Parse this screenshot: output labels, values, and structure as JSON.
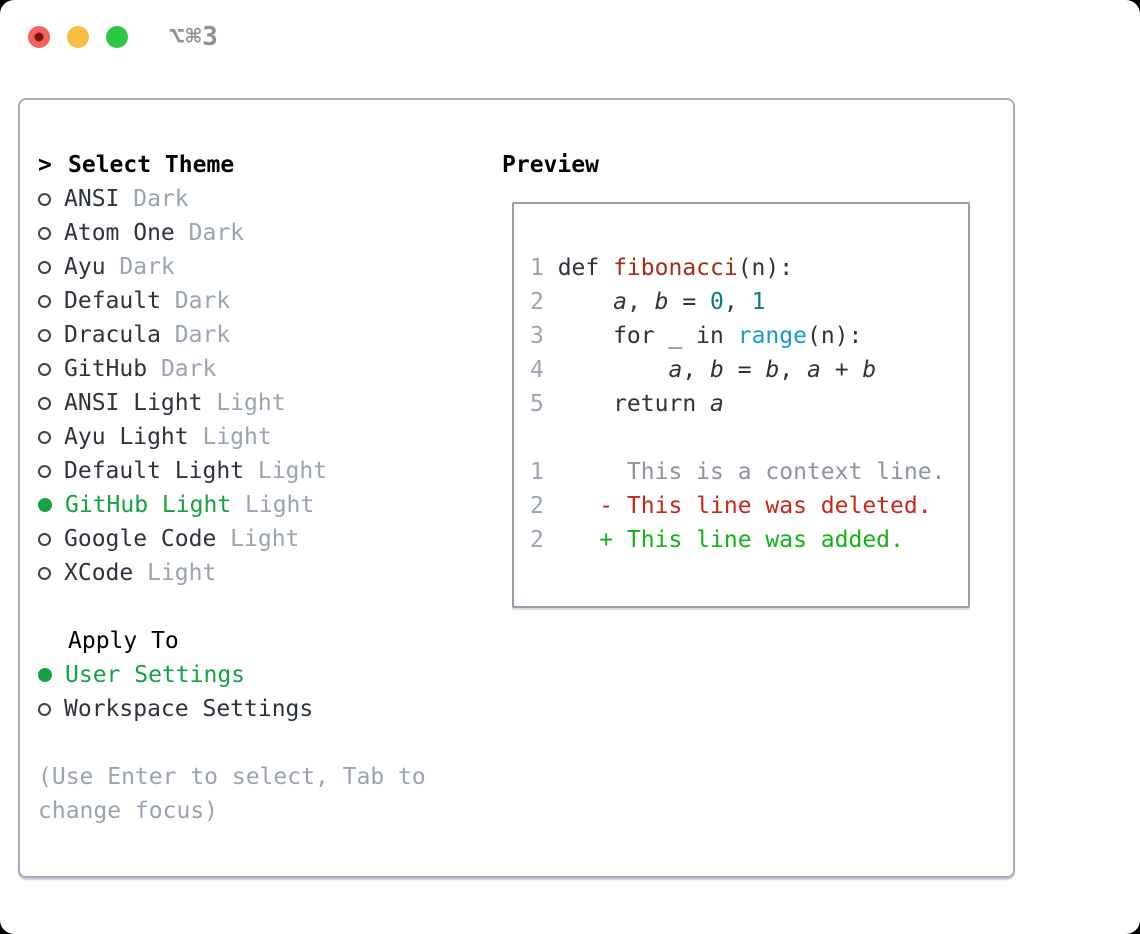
{
  "window": {
    "title": "⌥⌘3",
    "traffic_lights": [
      "close",
      "minimize",
      "zoom"
    ]
  },
  "colors": {
    "accent_green": "#15a342",
    "diff_added_green": "#10b514",
    "diff_deleted_red": "#c92818",
    "function_red": "#a62c17",
    "number_teal": "#0b7d7e",
    "builtin_blue": "#149bd7",
    "muted_gray": "#9aa4b1",
    "text_dark": "#2e343c",
    "panel_border": "#a7afba",
    "traffic_red": "#f4605a",
    "traffic_yellow": "#f8bd45",
    "traffic_green": "#2ec647"
  },
  "theme_panel": {
    "header_prefix": ">",
    "list_header": "Select Theme",
    "themes": [
      {
        "name": "ANSI",
        "tag": "Dark",
        "selected": false
      },
      {
        "name": "Atom One",
        "tag": "Dark",
        "selected": false
      },
      {
        "name": "Ayu",
        "tag": "Dark",
        "selected": false
      },
      {
        "name": "Default",
        "tag": "Dark",
        "selected": false
      },
      {
        "name": "Dracula",
        "tag": "Dark",
        "selected": false
      },
      {
        "name": "GitHub",
        "tag": "Dark",
        "selected": false
      },
      {
        "name": "ANSI Light",
        "tag": "Light",
        "selected": false
      },
      {
        "name": "Ayu Light",
        "tag": "Light",
        "selected": false
      },
      {
        "name": "Default Light",
        "tag": "Light",
        "selected": false
      },
      {
        "name": "GitHub Light",
        "tag": "Light",
        "selected": true
      },
      {
        "name": "Google Code",
        "tag": "Light",
        "selected": false
      },
      {
        "name": "XCode",
        "tag": "Light",
        "selected": false
      }
    ],
    "apply_to": {
      "header": "Apply To",
      "options": [
        {
          "name": "User Settings",
          "selected": true
        },
        {
          "name": "Workspace Settings",
          "selected": false
        }
      ]
    },
    "help_lines": [
      "(Use Enter to select, Tab to",
      "change focus)"
    ]
  },
  "preview": {
    "header": "Preview",
    "lines": [
      {
        "num": "1",
        "segments": [
          {
            "t": "def ",
            "c": "k"
          },
          {
            "t": "fibonacci",
            "c": "fn"
          },
          {
            "t": "(n):",
            "c": "p"
          }
        ]
      },
      {
        "num": "2",
        "segments": [
          {
            "t": "    ",
            "c": "p"
          },
          {
            "t": "a",
            "c": "v"
          },
          {
            "t": ", ",
            "c": "p"
          },
          {
            "t": "b",
            "c": "v"
          },
          {
            "t": " = ",
            "c": "p"
          },
          {
            "t": "0",
            "c": "n"
          },
          {
            "t": ", ",
            "c": "p"
          },
          {
            "t": "1",
            "c": "n"
          }
        ]
      },
      {
        "num": "3",
        "segments": [
          {
            "t": "    ",
            "c": "p"
          },
          {
            "t": "for ",
            "c": "k"
          },
          {
            "t": "_ ",
            "c": "p"
          },
          {
            "t": "in ",
            "c": "k"
          },
          {
            "t": "range",
            "c": "b"
          },
          {
            "t": "(n):",
            "c": "p"
          }
        ]
      },
      {
        "num": "4",
        "segments": [
          {
            "t": "        ",
            "c": "p"
          },
          {
            "t": "a",
            "c": "v"
          },
          {
            "t": ", ",
            "c": "p"
          },
          {
            "t": "b",
            "c": "v"
          },
          {
            "t": " = ",
            "c": "p"
          },
          {
            "t": "b",
            "c": "v"
          },
          {
            "t": ", ",
            "c": "p"
          },
          {
            "t": "a",
            "c": "v"
          },
          {
            "t": " + ",
            "c": "p"
          },
          {
            "t": "b",
            "c": "v"
          }
        ]
      },
      {
        "num": "5",
        "segments": [
          {
            "t": "    ",
            "c": "p"
          },
          {
            "t": "return ",
            "c": "k"
          },
          {
            "t": "a",
            "c": "v"
          }
        ]
      },
      {
        "blank": true
      },
      {
        "num": "1",
        "segments": [
          {
            "t": "     This is a context line.",
            "c": "ctx"
          }
        ]
      },
      {
        "num": "2",
        "segments": [
          {
            "t": "   ",
            "c": "p"
          },
          {
            "t": "- This line was deleted.",
            "c": "del"
          }
        ]
      },
      {
        "num": "2",
        "segments": [
          {
            "t": "   ",
            "c": "p"
          },
          {
            "t": "+ This line was added.",
            "c": "add"
          }
        ]
      }
    ]
  }
}
